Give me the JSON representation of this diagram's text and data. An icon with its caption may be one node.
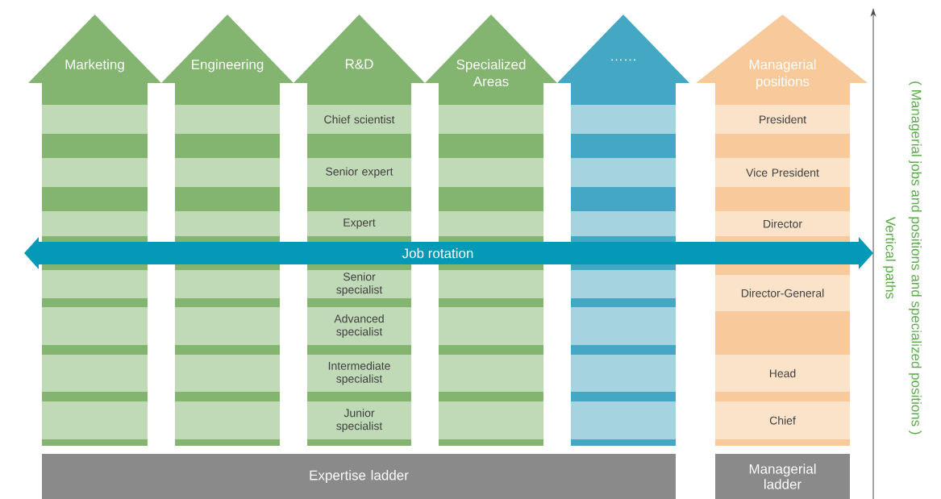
{
  "diagram": {
    "nodes": [
      {
        "text": [
          "Marketing"
        ]
      },
      {
        "text": [
          "Engineering"
        ]
      },
      {
        "text": [
          "R&D"
        ]
      },
      {
        "text": [
          "Chief scientist"
        ],
        "in": 2
      },
      {
        "text": [
          "Senior expert"
        ],
        "in": 2
      },
      {
        "text": [
          "Expert"
        ],
        "in": 2
      },
      {
        "text": [
          "Senior specialist"
        ],
        "in": 2
      },
      {
        "text": [
          "Advanced specialist"
        ],
        "in": 2
      },
      {
        "text": [
          "Intermediate specialist"
        ],
        "in": 2
      },
      {
        "text": [
          "Junior specialist"
        ],
        "in": 2
      },
      {
        "text": [
          "Specialized Areas"
        ]
      },
      {
        "text": [
          "……"
        ]
      },
      {
        "text": [
          "Managerial positions"
        ]
      },
      {
        "text": [
          "President"
        ],
        "in": 12
      },
      {
        "text": [
          "Vice President"
        ],
        "in": 12
      },
      {
        "text": [
          "Director"
        ],
        "in": 12
      },
      {
        "text": [
          "Director-General"
        ],
        "in": 12
      },
      {
        "text": [
          "Head"
        ],
        "in": 12
      },
      {
        "text": [
          "Chief"
        ],
        "in": 12
      },
      {
        "text": [
          "Job rotation"
        ]
      },
      {
        "text": [
          "Expertise ladder"
        ]
      },
      {
        "text": [
          "Managerial ladder"
        ]
      }
    ],
    "labels": [
      "Vertical paths",
      "( Managerial jobs and positions and specialized positions )"
    ]
  }
}
